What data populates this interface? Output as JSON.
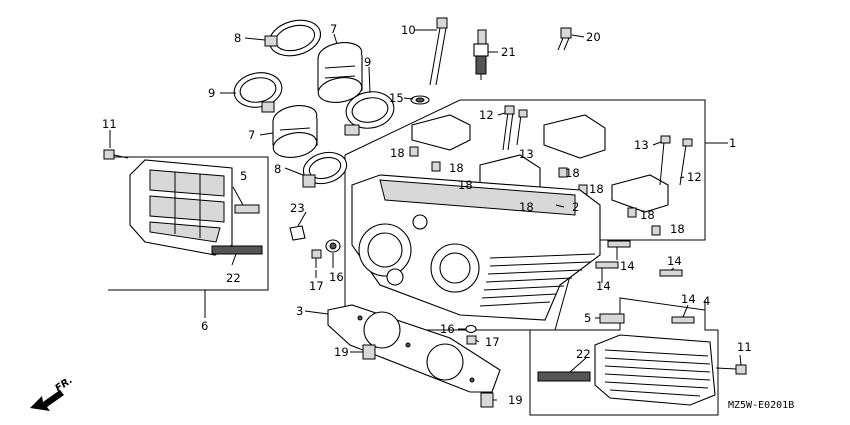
{
  "diagram": {
    "callouts": [
      {
        "id": "c1",
        "label": "1"
      },
      {
        "id": "c2",
        "label": "2"
      },
      {
        "id": "c3",
        "label": "3"
      },
      {
        "id": "c4",
        "label": "4"
      },
      {
        "id": "c5a",
        "label": "5"
      },
      {
        "id": "c5b",
        "label": "5"
      },
      {
        "id": "c6",
        "label": "6"
      },
      {
        "id": "c7a",
        "label": "7"
      },
      {
        "id": "c7b",
        "label": "7"
      },
      {
        "id": "c8a",
        "label": "8"
      },
      {
        "id": "c8b",
        "label": "8"
      },
      {
        "id": "c9a",
        "label": "9"
      },
      {
        "id": "c9b",
        "label": "9"
      },
      {
        "id": "c10",
        "label": "10"
      },
      {
        "id": "c11a",
        "label": "11"
      },
      {
        "id": "c11b",
        "label": "11"
      },
      {
        "id": "c12a",
        "label": "12"
      },
      {
        "id": "c12b",
        "label": "12"
      },
      {
        "id": "c13a",
        "label": "13"
      },
      {
        "id": "c13b",
        "label": "13"
      },
      {
        "id": "c14a",
        "label": "14"
      },
      {
        "id": "c14b",
        "label": "14"
      },
      {
        "id": "c14c",
        "label": "14"
      },
      {
        "id": "c14d",
        "label": "14"
      },
      {
        "id": "c15",
        "label": "15"
      },
      {
        "id": "c16a",
        "label": "16"
      },
      {
        "id": "c16b",
        "label": "16"
      },
      {
        "id": "c17a",
        "label": "17"
      },
      {
        "id": "c17b",
        "label": "17"
      },
      {
        "id": "c18a",
        "label": "18"
      },
      {
        "id": "c18b",
        "label": "18"
      },
      {
        "id": "c18c",
        "label": "18"
      },
      {
        "id": "c18d",
        "label": "18"
      },
      {
        "id": "c18e",
        "label": "18"
      },
      {
        "id": "c18f",
        "label": "18"
      },
      {
        "id": "c18g",
        "label": "18"
      },
      {
        "id": "c18h",
        "label": "18"
      },
      {
        "id": "c19a",
        "label": "19"
      },
      {
        "id": "c19b",
        "label": "19"
      },
      {
        "id": "c20",
        "label": "20"
      },
      {
        "id": "c21",
        "label": "21"
      },
      {
        "id": "c22a",
        "label": "22"
      },
      {
        "id": "c22b",
        "label": "22"
      },
      {
        "id": "c23",
        "label": "23"
      }
    ],
    "front_indicator": "FR.",
    "diagram_code": "MZ5W-E0201B"
  }
}
